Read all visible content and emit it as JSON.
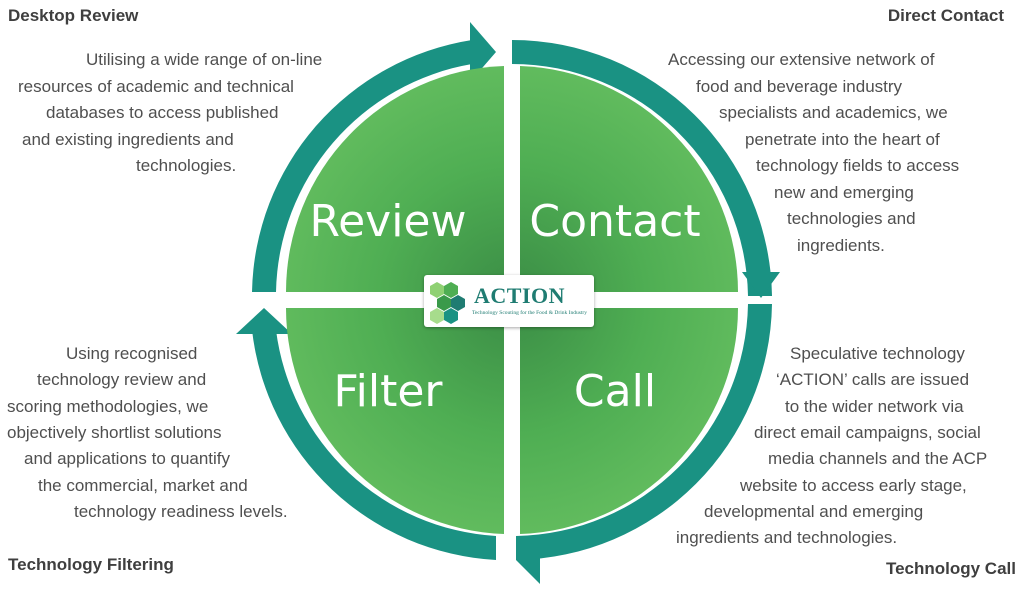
{
  "corners": {
    "top_left": "Desktop Review",
    "top_right": "Direct Contact",
    "bottom_left": "Technology Filtering",
    "bottom_right": "Technology Call"
  },
  "quadrants": {
    "top_left": "Review",
    "top_right": "Contact",
    "bottom_left": "Filter",
    "bottom_right": "Call"
  },
  "descriptions": {
    "review": [
      "Utilising a wide range of on-line",
      "resources of academic and technical",
      "databases to access published",
      "and existing ingredients and",
      "technologies."
    ],
    "contact": [
      "Accessing our extensive network of",
      "food and beverage industry",
      "specialists and academics, we",
      "penetrate into the heart of",
      "technology fields to access",
      "new and emerging",
      "technologies and",
      "ingredients."
    ],
    "filter": [
      "Using recognised",
      "technology review and",
      "scoring methodologies, we",
      "objectively shortlist solutions",
      "and applications to quantify",
      "the commercial, market and",
      "technology readiness levels."
    ],
    "call": [
      "Speculative technology",
      "‘ACTION’ calls are issued",
      "to the wider network via",
      "direct email campaigns, social",
      "media channels and the ACP",
      "website to access early stage,",
      "developmental and emerging",
      "ingredients and technologies."
    ]
  },
  "logo": {
    "name": "ACTION",
    "tagline": "Technology Scouting for the Food & Drink Industry"
  },
  "colors": {
    "ring": "#1a9283",
    "quadrant_light": "#5fba5d",
    "quadrant_dark": "#3a8c45",
    "text": "#4f4f4f"
  },
  "icons": [
    "hexagon-logo-mark",
    "circular-arrow"
  ]
}
